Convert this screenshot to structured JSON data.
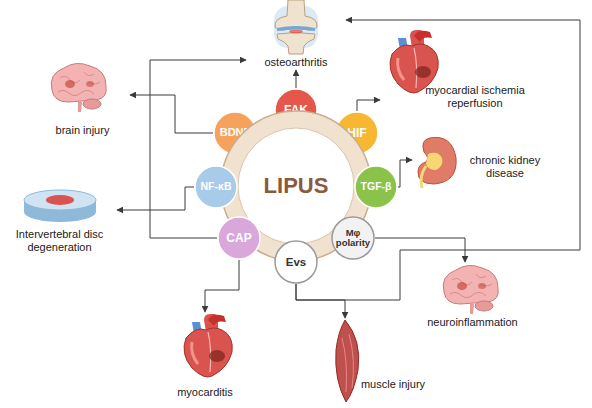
{
  "diagram": {
    "nodes": [
      {
        "text": [
          "osteoarthritis"
        ]
      },
      {
        "text": [
          "myocardial ischemia reperfusion"
        ]
      },
      {
        "text": [
          "brain injury"
        ]
      },
      {
        "text": [
          "FAK"
        ]
      },
      {
        "text": [
          "BDNF"
        ]
      },
      {
        "text": [
          "HIF"
        ]
      },
      {
        "text": [
          "LIPUS"
        ]
      },
      {
        "text": [
          "TGF-β"
        ]
      },
      {
        "text": [
          "chronic kidney disease"
        ]
      },
      {
        "text": [
          "NF-κB"
        ]
      },
      {
        "text": [
          "Intervertebral disc degeneration"
        ]
      },
      {
        "text": [
          "CAP"
        ]
      },
      {
        "text": [
          "Mφ polarity"
        ]
      },
      {
        "text": [
          "Evs"
        ]
      },
      {
        "text": [
          "neuroinflammation"
        ]
      },
      {
        "text": [
          "myocarditis"
        ]
      },
      {
        "text": [
          "muscle injury"
        ]
      }
    ],
    "edges": [
      {
        "from": 3,
        "to": 0,
        "arrow": "to"
      },
      {
        "from": 4,
        "to": 2,
        "arrow": "to"
      },
      {
        "from": 11,
        "to": 0,
        "arrow": "to"
      },
      {
        "from": 5,
        "to": 1,
        "arrow": "to"
      },
      {
        "from": 7,
        "to": 8,
        "arrow": "to"
      },
      {
        "from": 9,
        "to": 10,
        "arrow": "to"
      },
      {
        "from": 11,
        "to": 15,
        "arrow": "to"
      },
      {
        "from": 12,
        "to": 14,
        "arrow": "to"
      },
      {
        "from": 13,
        "to": 16,
        "arrow": "to"
      },
      {
        "from": 13,
        "to": 0,
        "arrow": "to"
      }
    ]
  }
}
